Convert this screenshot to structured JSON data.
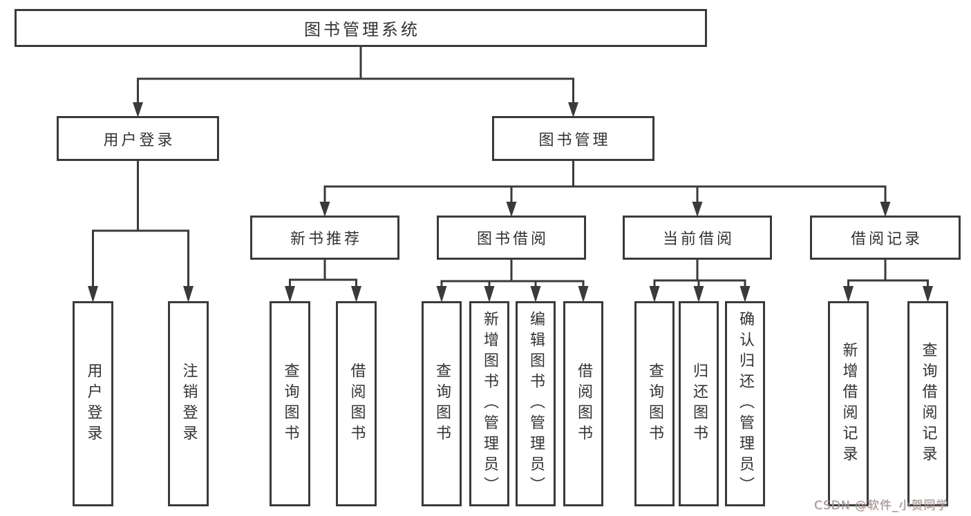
{
  "diagram": {
    "root": {
      "label": "图书管理系统"
    },
    "branches": [
      {
        "label": "用户登录",
        "children": [
          {
            "label": "用户登录"
          },
          {
            "label": "注销登录"
          }
        ]
      },
      {
        "label": "图书管理",
        "children": [
          {
            "label": "新书推荐",
            "children": [
              {
                "label": "查询图书"
              },
              {
                "label": "借阅图书"
              }
            ]
          },
          {
            "label": "图书借阅",
            "children": [
              {
                "label": "查询图书"
              },
              {
                "label": "新增图书（管理员）"
              },
              {
                "label": "编辑图书（管理员）"
              },
              {
                "label": "借阅图书"
              }
            ]
          },
          {
            "label": "当前借阅",
            "children": [
              {
                "label": "查询图书"
              },
              {
                "label": "归还图书"
              },
              {
                "label": "确认归还（管理员）"
              }
            ]
          },
          {
            "label": "借阅记录",
            "children": [
              {
                "label": "新增借阅记录"
              },
              {
                "label": "查询借阅记录"
              }
            ]
          }
        ]
      }
    ]
  },
  "watermark": {
    "text": "CSDN @软件_小贺同学"
  },
  "colors": {
    "line": "#3a3a3a",
    "text": "#333333",
    "box_fill": "#ffffff",
    "background": "#ffffff",
    "watermark": "#9b9b9b"
  }
}
